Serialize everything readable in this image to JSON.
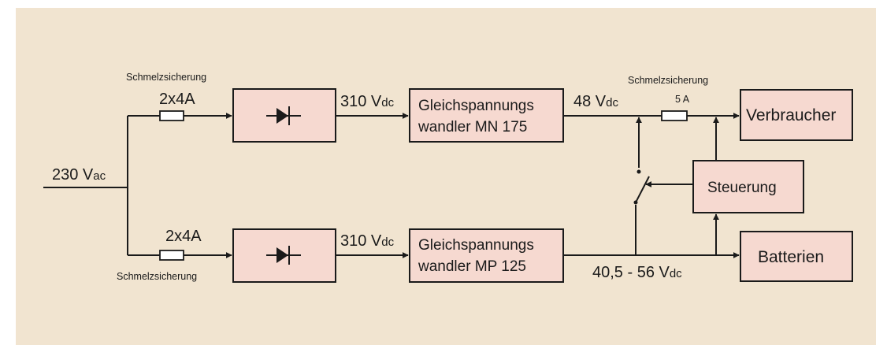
{
  "labels": {
    "input_voltage": "230 V",
    "input_voltage_sub": "ac",
    "fuse_top_name": "Schmelzsicherung",
    "fuse_top_rating": "2x4A",
    "fuse_bottom_name": "Schmelzsicherung",
    "fuse_bottom_rating": "2x4A",
    "rect_top_out": "310 V",
    "rect_top_out_sub": "dc",
    "rect_bottom_out": "310 V",
    "rect_bottom_out_sub": "dc",
    "conv_top_line1": "Gleichspannungs",
    "conv_top_line2": "wandler  MN 175",
    "conv_bottom_line1": "Gleichspannungs",
    "conv_bottom_line2": "wandler  MP 125",
    "top_out_voltage": "48 V",
    "top_out_voltage_sub": "dc",
    "fuse_load_name": "Schmelzsicherung",
    "fuse_load_rating": "5 A",
    "bottom_out_voltage": "40,5 - 56 V",
    "bottom_out_voltage_sub": "dc",
    "load": "Verbraucher",
    "control": "Steuerung",
    "battery": "Batterien"
  },
  "colors": {
    "background": "#f1e4d0",
    "box_fill": "#f6d9d0",
    "line": "#1a1a1a"
  }
}
